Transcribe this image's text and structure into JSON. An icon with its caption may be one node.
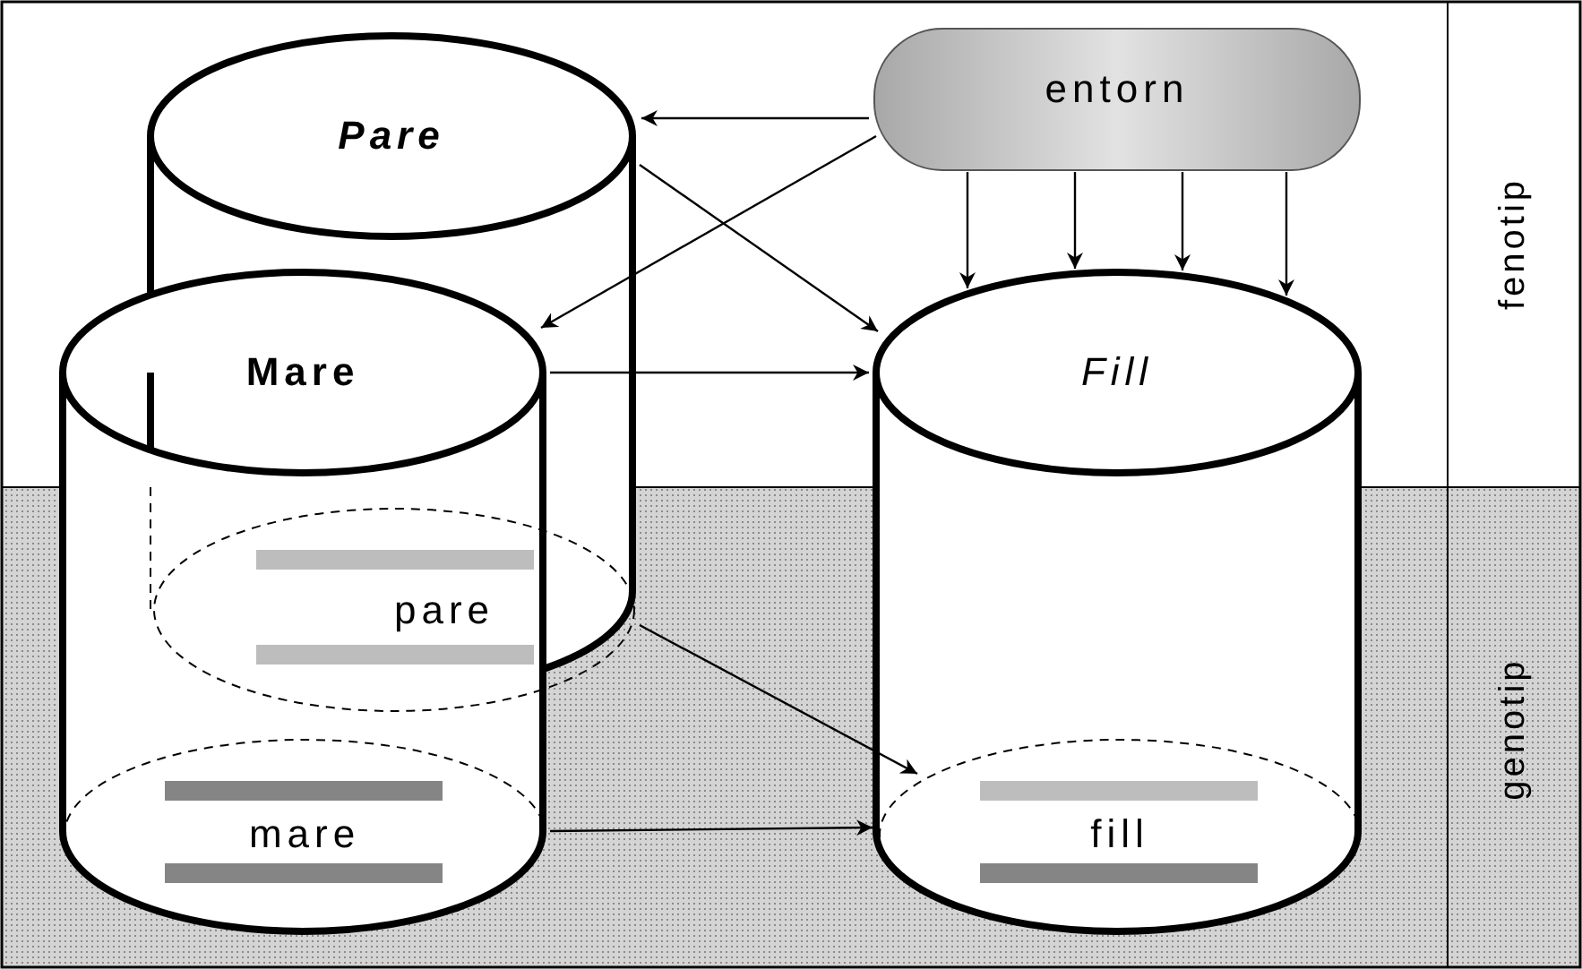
{
  "diagram": {
    "nodes": [
      {
        "text": [
          "Pare"
        ]
      },
      {
        "text": [
          "entorn"
        ]
      },
      {
        "text": [
          "Mare"
        ]
      },
      {
        "text": [
          "Fill"
        ]
      },
      {
        "text": [
          "pare"
        ]
      },
      {
        "text": [
          "mare"
        ],
        "in": 2
      },
      {
        "text": [
          "fill"
        ],
        "in": 3
      }
    ],
    "edges": [
      {
        "from": 1,
        "to": 0,
        "arrow": "to"
      },
      {
        "from": 1,
        "to": 2,
        "arrow": "to"
      },
      {
        "from": 1,
        "to": 3,
        "arrow": "to"
      },
      {
        "from": 1,
        "to": 3,
        "arrow": "to"
      },
      {
        "from": 1,
        "to": 3,
        "arrow": "to"
      },
      {
        "from": 1,
        "to": 3,
        "arrow": "to"
      },
      {
        "from": 0,
        "to": 3,
        "arrow": "to"
      },
      {
        "from": 2,
        "to": 3,
        "arrow": "to"
      },
      {
        "from": 4,
        "to": 6,
        "arrow": "to"
      },
      {
        "from": 5,
        "to": 6,
        "arrow": "to"
      }
    ],
    "labels": [
      "fenotip",
      "genotip"
    ]
  }
}
